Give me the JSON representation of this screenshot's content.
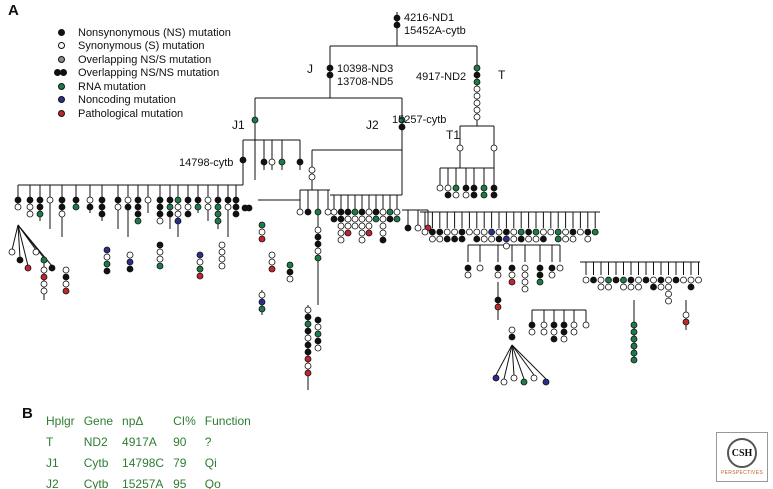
{
  "panel_a": {
    "letter": "A",
    "legend": [
      {
        "label": "Nonsynonymous (NS) mutation",
        "colors": [
          "#111111"
        ]
      },
      {
        "label": "Synonymous (S) mutation",
        "colors": [
          "#ffffff"
        ]
      },
      {
        "label": "Overlapping NS/S mutation",
        "colors": [
          "#8c8c8c"
        ]
      },
      {
        "label": "Overlapping NS/NS mutation",
        "colors": [
          "#111111",
          "#111111"
        ]
      },
      {
        "label": "RNA mutation",
        "colors": [
          "#1e7a4a"
        ]
      },
      {
        "label": "Noncoding mutation",
        "colors": [
          "#2b2f8a"
        ]
      },
      {
        "label": "Pathological mutation",
        "colors": [
          "#c0262d"
        ]
      }
    ],
    "mutation_labels": {
      "root_1": "4216-ND1",
      "root_2": "15452A-cytb",
      "j_1": "10398-ND3",
      "j_2": "13708-ND5",
      "t_1": "4917-ND2",
      "j2_1": "15257-cytb",
      "j1_1": "14798-cytb"
    },
    "haplogroups": {
      "j": "J",
      "t": "T",
      "j1": "J1",
      "j2": "J2",
      "t1": "T1"
    }
  },
  "panel_b": {
    "letter": "B",
    "headers": [
      "Hplgr",
      "Gene",
      "npΔ",
      "CI%",
      "Function"
    ],
    "rows": [
      [
        "T",
        "ND2",
        "4917A",
        "90",
        "?"
      ],
      [
        "J1",
        "Cytb",
        "14798C",
        "79",
        "Qi"
      ],
      [
        "J2",
        "Cytb",
        "15257A",
        "95",
        "Qo"
      ]
    ]
  },
  "logo": {
    "mark": "CSH",
    "sub": "PERSPECTIVES"
  },
  "colors": {
    "nonsynonymous": "#111111",
    "synonymous": "#ffffff",
    "rna": "#1e7a4a",
    "noncoding": "#2b2f8a",
    "pathological": "#c0262d",
    "table_text": "#2e7d32"
  }
}
